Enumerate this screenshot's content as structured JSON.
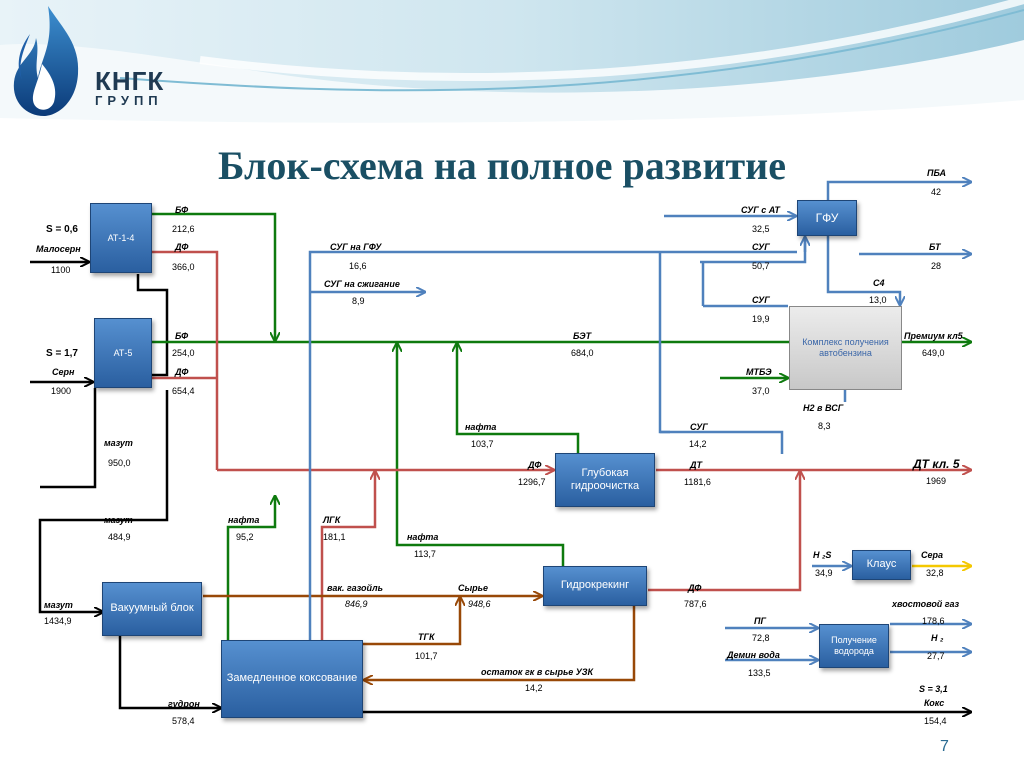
{
  "brand": {
    "name": "КНГК",
    "sub": "ГРУПП"
  },
  "title": "Блок-схема на полное развитие",
  "page_number": "7",
  "blocks": {
    "at14": "АТ-1-4",
    "at5": "АТ-5",
    "gfu": "ГФУ",
    "complex": "Комплекс получения автобензина",
    "hydrotreat": "Глубокая гидроочистка",
    "hydrocrack": "Гидрокрекинг",
    "vacuum": "Вакуумный блок",
    "coking": "Замедленное коксование",
    "claus": "Клаус",
    "hydrogen": "Получение водорода"
  },
  "labels": {
    "s06": "S = 0,6",
    "malosern": "Малосерн",
    "v1100": "1100",
    "s17": "S = 1,7",
    "sern": "Серн",
    "v1900": "1900",
    "bf1": "БФ",
    "bf1v": "212,6",
    "df1": "ДФ",
    "df1v": "366,0",
    "bf2": "БФ",
    "bf2v": "254,0",
    "df2": "ДФ",
    "df2v": "654,4",
    "mazut1": "мазут",
    "mazut1v": "950,0",
    "mazut2": "мазут",
    "mazut2v": "484,9",
    "mazut3": "мазут",
    "mazut3v": "1434,9",
    "nafta1": "нафта",
    "nafta1v": "95,2",
    "lgk": "ЛГК",
    "lgkv": "181,1",
    "sug_gfu": "СУГ на ГФУ",
    "sug_gfuv": "16,6",
    "sug_burn": "СУГ на сжигание",
    "sug_burnv": "8,9",
    "bet": "БЭТ",
    "betv": "684,0",
    "nafta2": "нафта",
    "nafta2v": "103,7",
    "nafta3": "нафта",
    "nafta3v": "113,7",
    "df3": "ДФ",
    "df3v": "1296,7",
    "dt": "ДТ",
    "dtv": "1181,6",
    "dt5": "ДТ кл. 5",
    "dt5v": "1969",
    "sug_at": "СУГ с АТ",
    "sug_atv": "32,5",
    "sug1": "СУГ",
    "sug1v": "50,7",
    "sug2": "СУГ",
    "sug2v": "19,9",
    "sug3": "СУГ",
    "sug3v": "14,2",
    "pba": "ПБА",
    "pbav": "42",
    "bt": "БТ",
    "btv": "28",
    "c4": "С4",
    "c4v": "13,0",
    "premium": "Премиум кл5",
    "premiumv": "649,0",
    "mtbe": "МТБЭ",
    "mtbev": "37,0",
    "h2vsg": "Н2 в ВСГ",
    "h2vsgv": "8,3",
    "h2s": "Н ₂S",
    "h2sv": "34,9",
    "sera": "Сера",
    "serav": "32,8",
    "vak": "вак. газойль",
    "vakv": "846,9",
    "syrie": "Сырье",
    "syriev": "948,6",
    "df4": "ДФ",
    "df4v": "787,6",
    "tgk": "ТГК",
    "tgkv": "101,7",
    "ostatok": "остаток гк в сырье УЗК",
    "ostatokv": "14,2",
    "gudron": "гудрон",
    "gudronv": "578,4",
    "s31": "S = 3,1",
    "koks": "Кокс",
    "koksv": "154,4",
    "pg": "ПГ",
    "pgv": "72,8",
    "demin": "Демин вода",
    "deminv": "133,5",
    "tailgas": "хвостовой газ",
    "tailgasv": "178,6",
    "h2": "Н ₂",
    "h2v": "27,7"
  },
  "colors": {
    "blue": "#4f81bd",
    "green": "#0e7a0e",
    "red": "#c0504d",
    "black": "#000000",
    "brown": "#984807",
    "yellow": "#f4c800",
    "title": "#1a4f64"
  }
}
